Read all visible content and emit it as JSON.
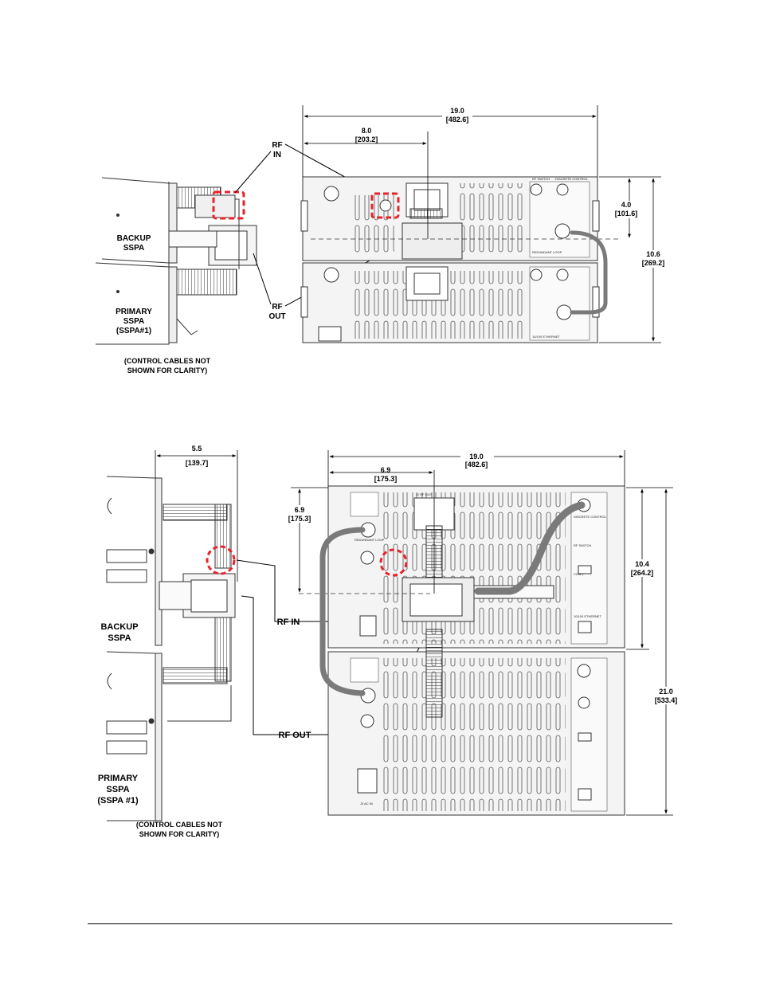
{
  "colors": {
    "callout": "#e8222b",
    "ink": "#000000",
    "panel": "#f4f4f4",
    "cable": "#7a7a7a"
  },
  "top_figure": {
    "width_dim": "19.0",
    "width_dim_mm": "[482.6]",
    "offset_dim": "8.0",
    "offset_dim_mm": "[203.2]",
    "upper_height_dim": "4.0",
    "upper_height_dim_mm": "[101.6]",
    "total_height_dim": "10.6",
    "total_height_dim_mm": "[269.2]",
    "rf_in_line1": "RF",
    "rf_in_line2": "IN",
    "rf_out_line1": "RF",
    "rf_out_line2": "OUT",
    "backup_line1": "BACKUP",
    "backup_line2": "SSPA",
    "primary_line1": "PRIMARY",
    "primary_line2": "SSPA",
    "primary_line3": "(SSPA#1)",
    "note_line1": "(CONTROL CABLES NOT",
    "note_line2": "SHOWN FOR CLARITY)"
  },
  "bottom_figure": {
    "side_dim": "5.5",
    "side_dim_mm": "[139.7]",
    "width_dim": "19.0",
    "width_dim_mm": "[482.6]",
    "offset_dim": "6.9",
    "offset_dim_mm": "[175.3]",
    "upper_height_dim": "6.9",
    "upper_height_dim_mm": "[175.3]",
    "unit_height_dim": "10.4",
    "unit_height_dim_mm": "[264.2]",
    "total_height_dim": "21.0",
    "total_height_dim_mm": "[533.4]",
    "rf_in": "RF IN",
    "rf_out": "RF OUT",
    "backup_line1": "BACKUP",
    "backup_line2": "SSPA",
    "primary_line1": "PRIMARY",
    "primary_line2": "SSPA",
    "primary_line3": "(SSPA #1)",
    "note_line1": "(CONTROL CABLES NOT",
    "note_line2": "SHOWN FOR CLARITY)"
  },
  "panel_labels": {
    "rf_switch": "RF SWITCH",
    "discrete_control": "DISCRETE CONTROL",
    "com1": "COM 1",
    "redundant_loop": "REDUNDANT LOOP",
    "ethernet": "10/100 ETHERNET",
    "rf_out": "J2 RF OUT",
    "ac_in": "J3 AC IN"
  }
}
